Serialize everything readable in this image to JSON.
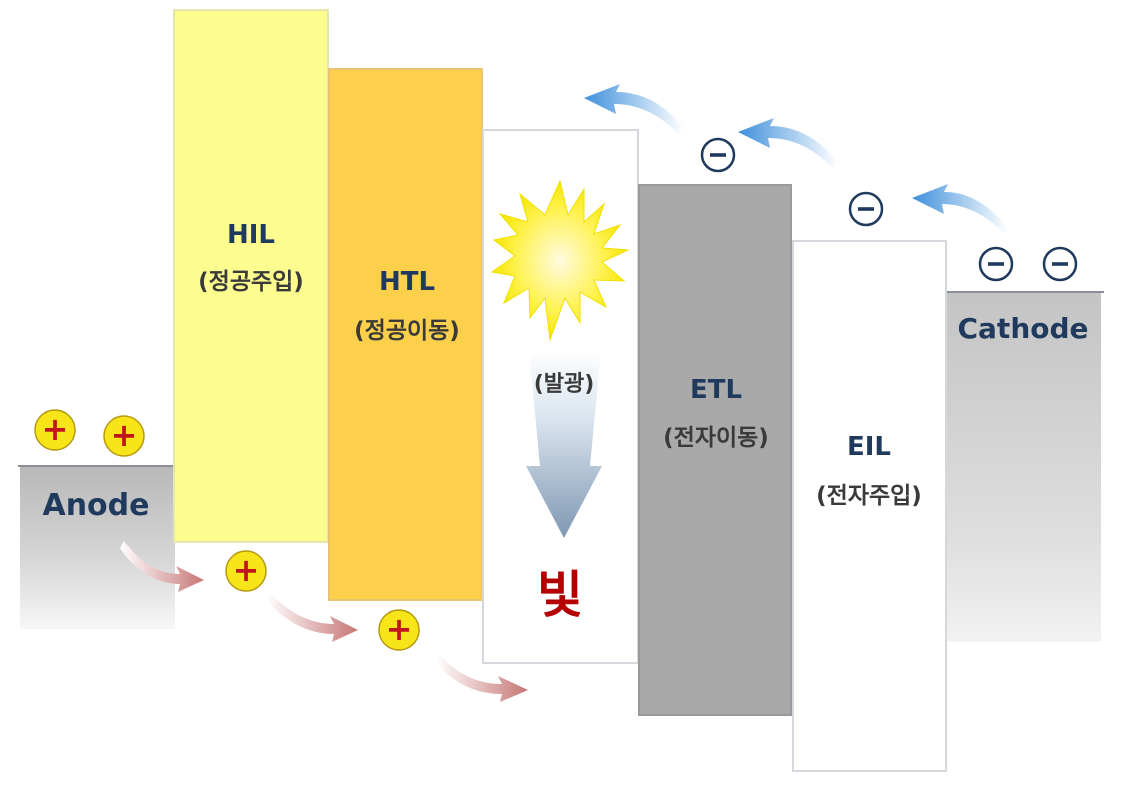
{
  "diagram": {
    "electrodes": {
      "anode": {
        "label": "Anode"
      },
      "cathode": {
        "label": "Cathode"
      }
    },
    "layers": [
      {
        "key": "hil",
        "name": "HIL",
        "sub": "(정공주입)",
        "color": "#fdfd8c"
      },
      {
        "key": "htl",
        "name": "HTL",
        "sub": "(정공이동)",
        "color": "#fdd04e"
      },
      {
        "key": "eml",
        "name": "",
        "sub": "(발광)",
        "color": "#ffffff"
      },
      {
        "key": "etl",
        "name": "ETL",
        "sub": "(전자이동)",
        "color": "#a8a8a8"
      },
      {
        "key": "eil",
        "name": "EIL",
        "sub": "(전자주입)",
        "color": "#ffffff"
      }
    ],
    "light_text": "빛",
    "charges": {
      "hole_symbol": "+",
      "electron_symbol": "−"
    },
    "colors": {
      "label": "#1f3a5c",
      "light_text": "#b40000",
      "hole_fill": "#f7e51a",
      "hole_sign": "#c0151c",
      "electron_ring": "#1f3a5c",
      "electron_arrow": "#4a9ce0",
      "hole_arrow": "#d48a8a",
      "electrode": "#c9c9c9"
    },
    "icons": [
      "plus-icon",
      "minus-icon",
      "sun-burst-icon",
      "curved-arrow-icon",
      "down-arrow-icon"
    ]
  }
}
